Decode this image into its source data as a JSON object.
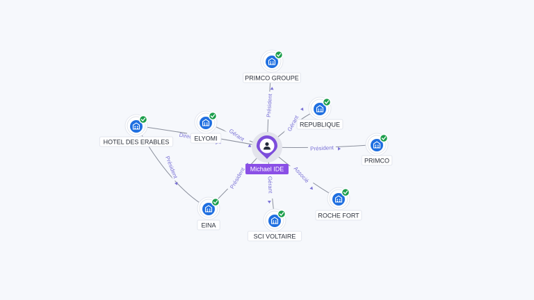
{
  "center": {
    "label": "Michael IDE",
    "icon": "person-icon",
    "color": "#7c4ddb"
  },
  "nodes": [
    {
      "id": "primco-groupe",
      "label": "PRIMCO GROUPE",
      "icon": "company-icon",
      "verified": true
    },
    {
      "id": "republique",
      "label": "REPUBLIQUE",
      "icon": "company-icon",
      "verified": true
    },
    {
      "id": "primco",
      "label": "PRIMCO",
      "icon": "company-icon",
      "verified": true
    },
    {
      "id": "roche-fort",
      "label": "ROCHE FORT",
      "icon": "company-icon",
      "verified": true
    },
    {
      "id": "sci-voltaire",
      "label": "SCI VOLTAIRE",
      "icon": "company-icon",
      "verified": true
    },
    {
      "id": "eina",
      "label": "EINA",
      "icon": "company-icon",
      "verified": true
    },
    {
      "id": "elyomi",
      "label": "ELYOMI",
      "icon": "company-icon",
      "verified": true
    },
    {
      "id": "hotel-des-erables",
      "label": "HOTEL DES ERABLES",
      "icon": "company-icon",
      "verified": true
    }
  ],
  "edges": [
    {
      "from": "center",
      "to": "primco-groupe",
      "label": "Président"
    },
    {
      "from": "center",
      "to": "republique",
      "label": "Gérant"
    },
    {
      "from": "center",
      "to": "primco",
      "label": "Président"
    },
    {
      "from": "center",
      "to": "roche-fort",
      "label": "Associé"
    },
    {
      "from": "center",
      "to": "sci-voltaire",
      "label": "Gérant"
    },
    {
      "from": "center",
      "to": "eina",
      "label": "Président"
    },
    {
      "from": "center",
      "to": "elyomi",
      "label": "Gérant"
    },
    {
      "from": "center",
      "to": "hotel-des-erables",
      "label": "Directeur général"
    },
    {
      "from": "eina",
      "to": "hotel-des-erables",
      "label": "Président"
    }
  ],
  "colors": {
    "company_icon": "#1f6fe0",
    "verified_badge": "#1b9e4b",
    "edge_label": "#7b72d6",
    "center_label_bg": "#8a4fe6"
  }
}
